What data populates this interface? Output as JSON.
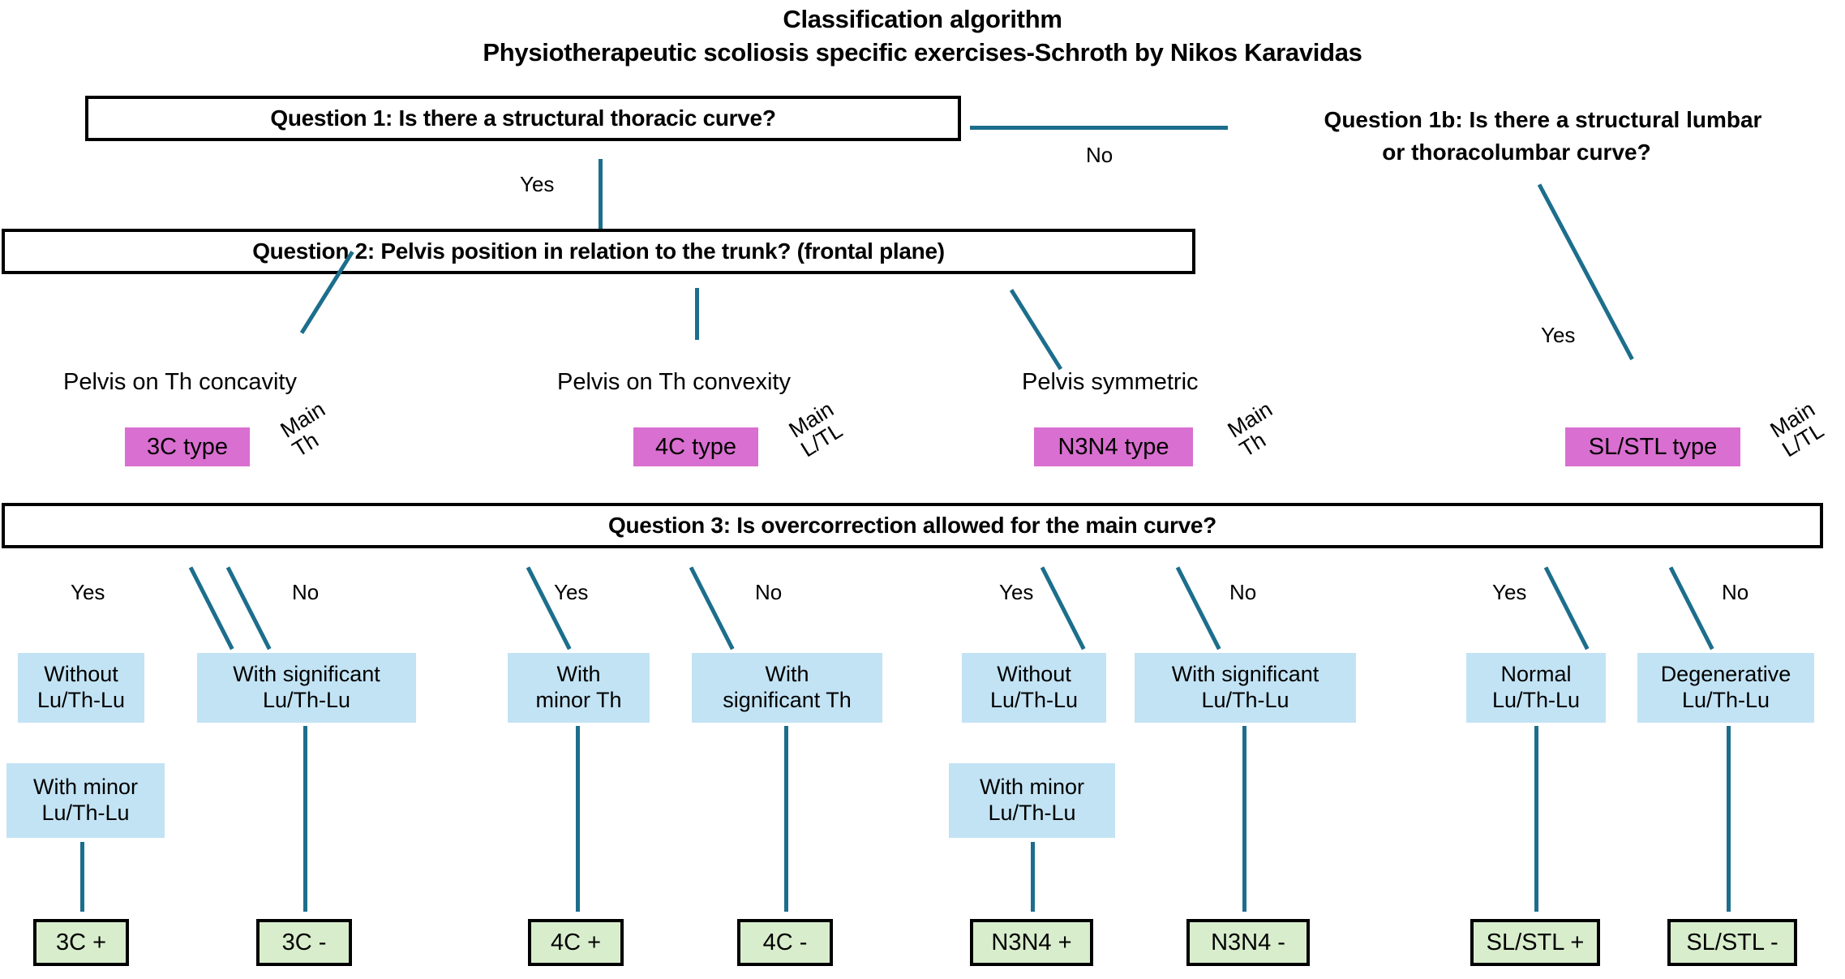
{
  "title": {
    "line1": "Classification algorithm",
    "line2": "Physiotherapeutic scoliosis specific exercises-Schroth by Nikos Karavidas"
  },
  "colors": {
    "connector": "#1C6E8C",
    "type_chip": "#D96FD0",
    "condition_box": "#C2E3F4",
    "outcome_box": "#D8EDCC",
    "border": "#000000",
    "background": "#FFFFFF"
  },
  "questions": {
    "q1": "Question 1: Is there a structural thoracic curve?",
    "q1b_line1": "Question 1b: Is there a structural lumbar",
    "q1b_line2": "or thoracolumbar curve?",
    "q2": "Question 2: Pelvis position in relation to the trunk? (frontal plane)",
    "q3": "Question 3: Is overcorrection allowed for the main curve?"
  },
  "edge_labels": {
    "q1_yes": "Yes",
    "q1_no": "No",
    "q1b_yes": "Yes"
  },
  "pelvis_labels": [
    "Pelvis on Th concavity",
    "Pelvis on Th convexity",
    "Pelvis symmetric"
  ],
  "types": [
    {
      "chip": "3C type",
      "main_l1": "Main",
      "main_l2": "Th"
    },
    {
      "chip": "4C type",
      "main_l1": "Main",
      "main_l2": "L/TL"
    },
    {
      "chip": "N3N4 type",
      "main_l1": "Main",
      "main_l2": "Th"
    },
    {
      "chip": "SL/STL type",
      "main_l1": "Main",
      "main_l2": "L/TL"
    }
  ],
  "branches": [
    {
      "yes_label": "Yes",
      "no_label": "No",
      "yes_boxes": [
        "Without\nLu/Th-Lu",
        "With minor\nLu/Th-Lu"
      ],
      "no_boxes": [
        "With significant\nLu/Th-Lu"
      ],
      "yes_outcome": "3C +",
      "no_outcome": "3C -"
    },
    {
      "yes_label": "Yes",
      "no_label": "No",
      "yes_boxes": [
        "With\nminor Th"
      ],
      "no_boxes": [
        "With\nsignificant Th"
      ],
      "yes_outcome": "4C +",
      "no_outcome": "4C -"
    },
    {
      "yes_label": "Yes",
      "no_label": "No",
      "yes_boxes": [
        "Without\nLu/Th-Lu",
        "With minor\nLu/Th-Lu"
      ],
      "no_boxes": [
        "With significant\nLu/Th-Lu"
      ],
      "yes_outcome": "N3N4 +",
      "no_outcome": "N3N4 -"
    },
    {
      "yes_label": "Yes",
      "no_label": "No",
      "yes_boxes": [
        "Normal\nLu/Th-Lu"
      ],
      "no_boxes": [
        "Degenerative\nLu/Th-Lu"
      ],
      "yes_outcome": "SL/STL +",
      "no_outcome": "SL/STL -"
    }
  ]
}
